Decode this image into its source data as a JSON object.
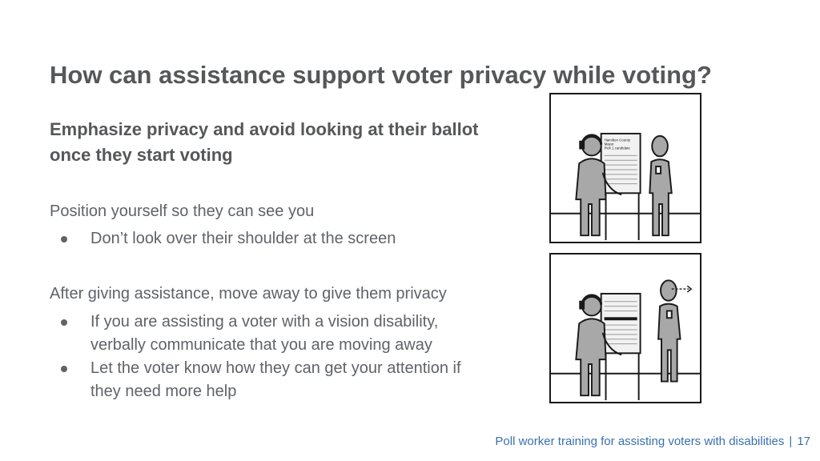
{
  "slide": {
    "title": "How can assistance support voter privacy while voting?",
    "subtitle": "Emphasize privacy and avoid looking at their ballot once they start voting",
    "section1": {
      "heading": "Position yourself so they can see you",
      "bullets": [
        "Don’t look over their shoulder at the screen"
      ]
    },
    "section2": {
      "heading": "After giving assistance, move away to give them privacy",
      "bullets": [
        "If you are assisting a voter with a vision disability, verbally communicate that you are moving away",
        "Let the voter know how they can get your attention if they need more help"
      ]
    },
    "illustration_top": {
      "screen_text": [
        "Hamilton County",
        "Mayor",
        "Pick 1 candidate"
      ]
    }
  },
  "footer": {
    "text": "Poll worker training for assisting voters with disabilities",
    "separator": "|",
    "page_number": "17"
  }
}
